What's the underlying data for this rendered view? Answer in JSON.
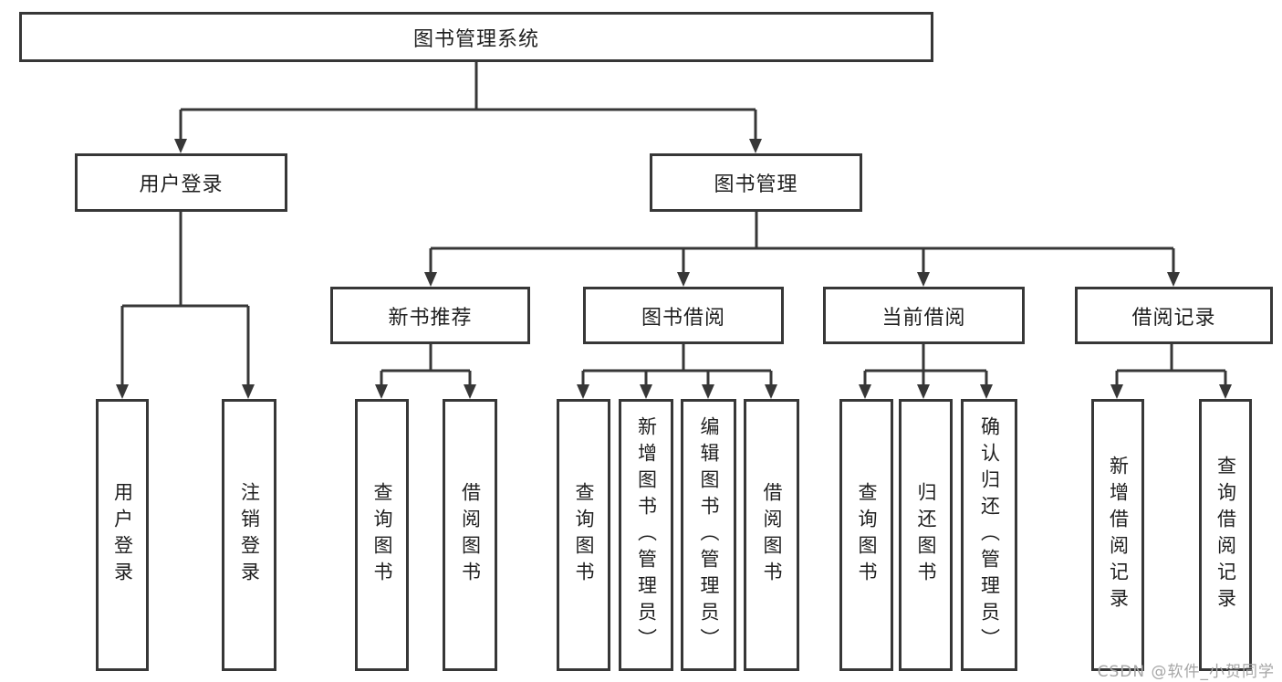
{
  "diagram": {
    "title": "图书管理系统",
    "watermark": "CSDN @软件_小贺同学",
    "colors": {
      "line": "#373737",
      "text": "#1f1f1f",
      "watermark": "#a6a6a6",
      "background": "#ffffff"
    },
    "nodes": {
      "root": "图书管理系统",
      "user_login": "用户登录",
      "book_mgmt": "图书管理",
      "new_book_rec": "新书推荐",
      "book_borrow": "图书借阅",
      "current_borrow": "当前借阅",
      "borrow_records": "借阅记录",
      "login": "用户登录",
      "logout": "注销登录",
      "rec_query_books": "查询图书",
      "rec_borrow_books": "借阅图书",
      "bb_query_books": "查询图书",
      "bb_add_books": "新增图书（管理员）",
      "bb_edit_books": "编辑图书（管理员）",
      "bb_borrow_books": "借阅图书",
      "cb_query_books": "查询图书",
      "cb_return_books": "归还图书",
      "cb_confirm_return": "确认归还（管理员）",
      "br_add_record": "新增借阅记录",
      "br_query_record": "查询借阅记录"
    },
    "edges": [
      {
        "from": "root",
        "to": "user_login"
      },
      {
        "from": "root",
        "to": "book_mgmt"
      },
      {
        "from": "user_login",
        "to": "login"
      },
      {
        "from": "user_login",
        "to": "logout"
      },
      {
        "from": "book_mgmt",
        "to": "new_book_rec"
      },
      {
        "from": "book_mgmt",
        "to": "book_borrow"
      },
      {
        "from": "book_mgmt",
        "to": "current_borrow"
      },
      {
        "from": "book_mgmt",
        "to": "borrow_records"
      },
      {
        "from": "new_book_rec",
        "to": "rec_query_books"
      },
      {
        "from": "new_book_rec",
        "to": "rec_borrow_books"
      },
      {
        "from": "book_borrow",
        "to": "bb_query_books"
      },
      {
        "from": "book_borrow",
        "to": "bb_add_books"
      },
      {
        "from": "book_borrow",
        "to": "bb_edit_books"
      },
      {
        "from": "book_borrow",
        "to": "bb_borrow_books"
      },
      {
        "from": "current_borrow",
        "to": "cb_query_books"
      },
      {
        "from": "current_borrow",
        "to": "cb_return_books"
      },
      {
        "from": "current_borrow",
        "to": "cb_confirm_return"
      },
      {
        "from": "borrow_records",
        "to": "br_add_record"
      },
      {
        "from": "borrow_records",
        "to": "br_query_record"
      }
    ]
  }
}
